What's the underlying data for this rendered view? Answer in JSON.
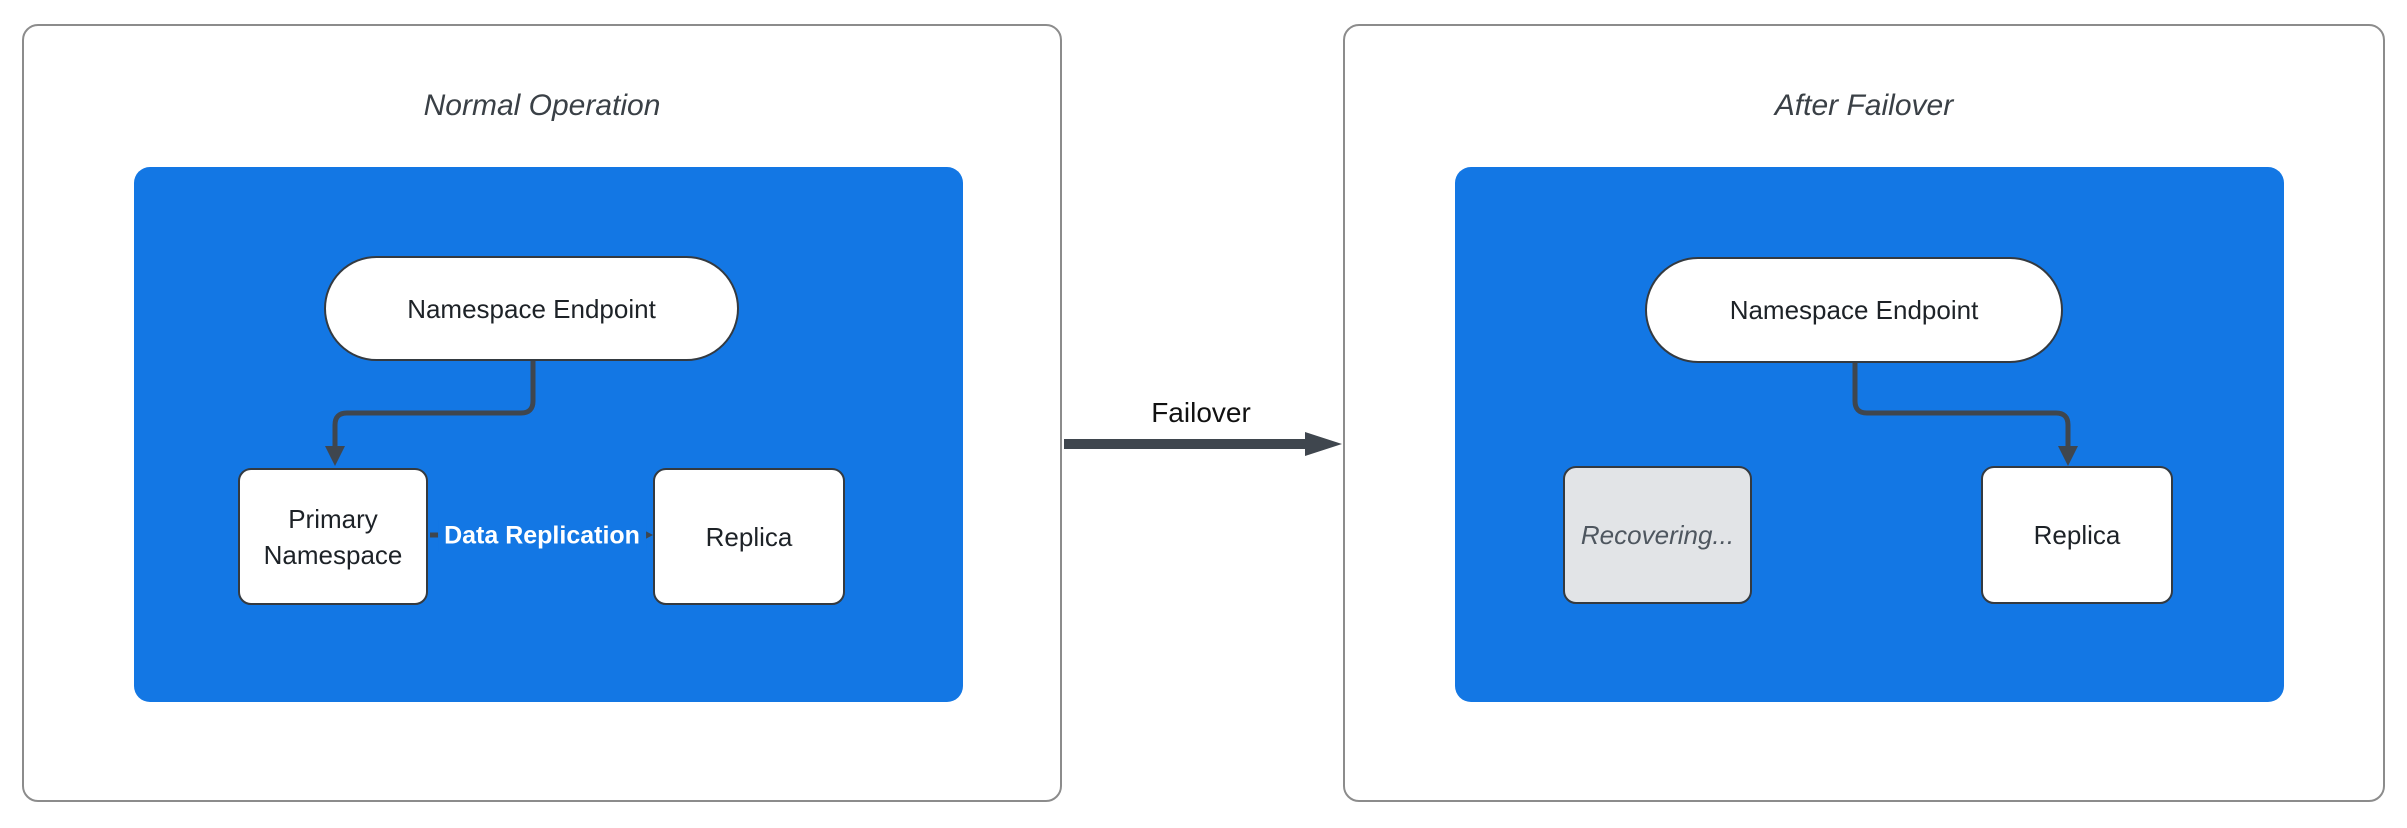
{
  "diagram": {
    "left_panel": {
      "title": "Normal Operation",
      "endpoint_label": "Namespace Endpoint",
      "primary_label": "Primary Namespace",
      "replica_label": "Replica",
      "replication_edge_label": "Data Replication"
    },
    "right_panel": {
      "title": "After Failover",
      "endpoint_label": "Namespace Endpoint",
      "recovering_label": "Recovering...",
      "replica_label": "Replica"
    },
    "transition_label": "Failover"
  },
  "colors": {
    "container_fill": "#1377e4",
    "node_fill": "#ffffff",
    "node_border": "#343a40",
    "node_text": "#1d2227",
    "recovering_fill": "#e2e4e7",
    "recovering_text": "#4e565f",
    "edge_stroke": "#3f464e",
    "edge_label_text": "#ffffff",
    "panel_border": "#8c8c8c",
    "title_text": "#3a4046",
    "transition_text": "#111111"
  }
}
